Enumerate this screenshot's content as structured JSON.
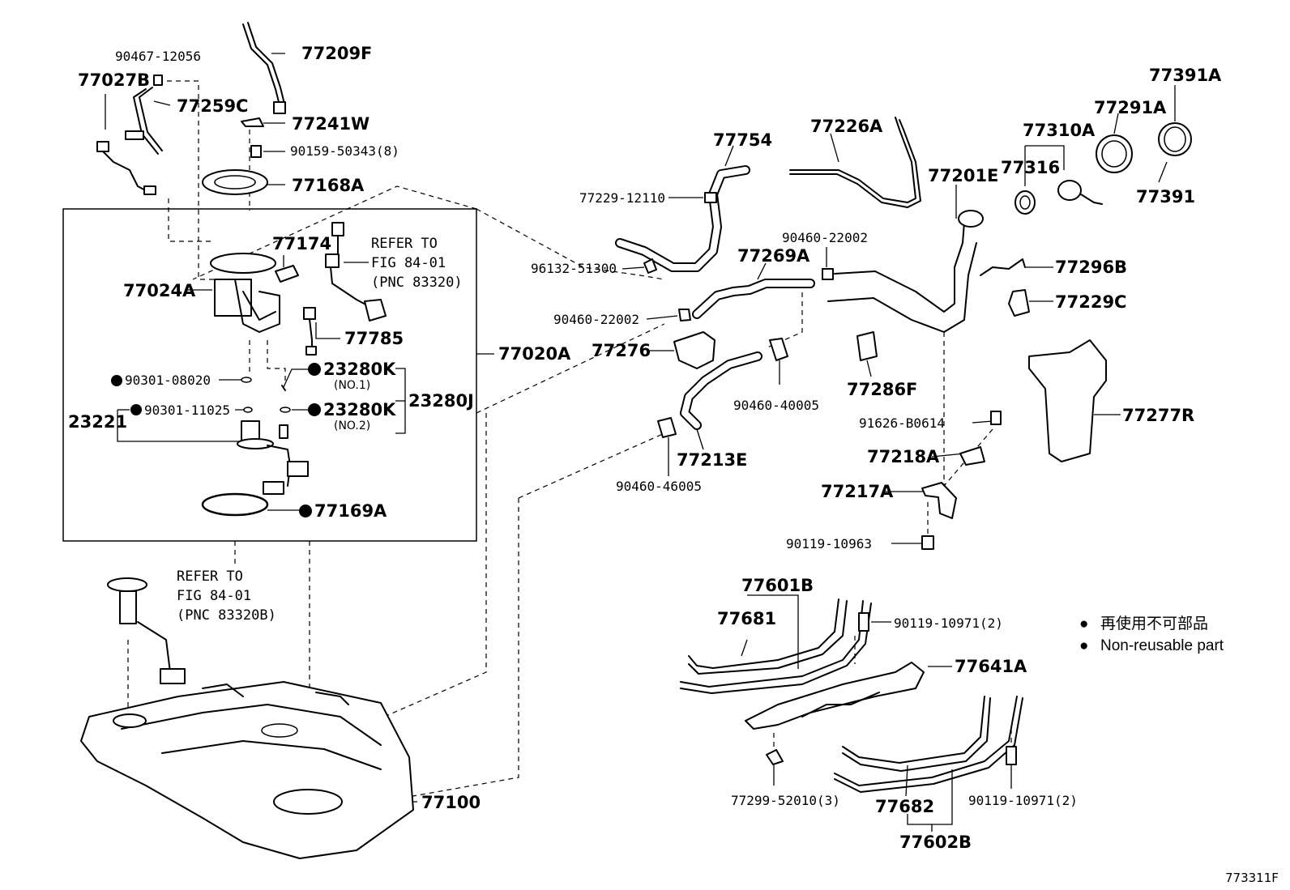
{
  "labels": {
    "p77209F": "77209F",
    "p90467": "90467-12056",
    "p77027B": "77027B",
    "p77259C": "77259C",
    "p77241W": "77241W",
    "p90159": "90159-50343(8)",
    "p77168A": "77168A",
    "p77174": "77174",
    "p77024A": "77024A",
    "p77785": "77785",
    "p77020A": "77020A",
    "p90301_08020": "90301-08020",
    "p23280K_1": "23280K",
    "p23280K_1_sub": "(NO.1)",
    "p23280J": "23280J",
    "p23221": "23221",
    "p90301_11025": "90301-11025",
    "p23280K_2": "23280K",
    "p23280K_2_sub": "(NO.2)",
    "p77169A": "77169A",
    "p77100": "77100",
    "p77754": "77754",
    "p77226A": "77226A",
    "p77229_12110": "77229-12110",
    "p96132": "96132-51300",
    "p77269A": "77269A",
    "p90460_22002a": "90460-22002",
    "p90460_22002b": "90460-22002",
    "p77276": "77276",
    "p77201E": "77201E",
    "p77286F": "77286F",
    "p90460_40005": "90460-40005",
    "p77213E": "77213E",
    "p90460_46005": "90460-46005",
    "p77310A": "77310A",
    "p77316": "77316",
    "p77291A": "77291A",
    "p77391A": "77391A",
    "p77391": "77391",
    "p77296B": "77296B",
    "p77229C": "77229C",
    "p77277R": "77277R",
    "p91626": "91626-B0614",
    "p77218A": "77218A",
    "p77217A": "77217A",
    "p90119_10963": "90119-10963",
    "p77601B": "77601B",
    "p77681": "77681",
    "p90119_10971a": "90119-10971(2)",
    "p77641A": "77641A",
    "p77299": "77299-52010(3)",
    "p77682": "77682",
    "p90119_10971b": "90119-10971(2)",
    "p77602B": "77602B"
  },
  "refer1": {
    "line1": "REFER TO",
    "line2": "FIG 84-01",
    "line3": "(PNC 83320)"
  },
  "refer2": {
    "line1": "REFER TO",
    "line2": "FIG 84-01",
    "line3": "(PNC 83320B)"
  },
  "legend": {
    "marker": "●",
    "line1": "再使用不可部品",
    "line2": "Non-reusable part"
  },
  "figure_id": "773311F"
}
